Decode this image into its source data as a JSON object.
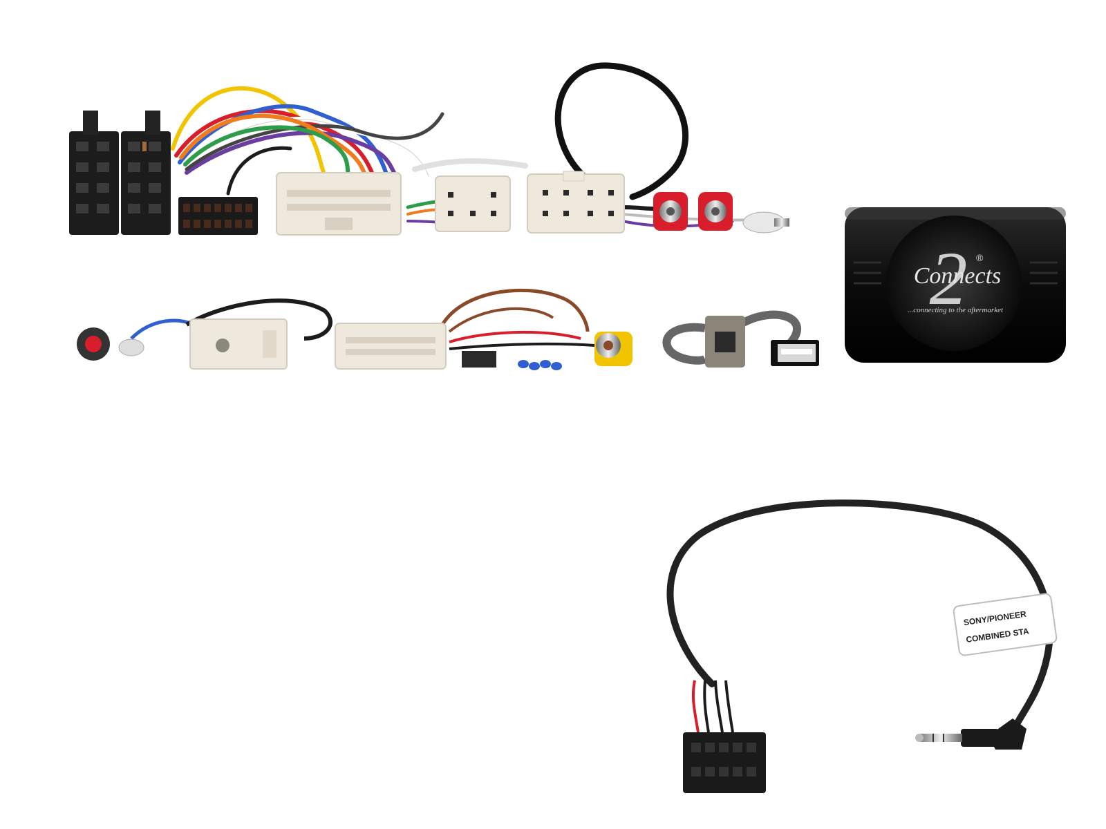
{
  "logo": {
    "brand_script": "Connects",
    "brand_numeral": "2",
    "registered_mark": "®",
    "tagline": "...connecting to the aftermarket"
  },
  "cable_label": {
    "line1": "SONY/PIONEER",
    "line2": "COMBINED STA"
  },
  "colors": {
    "background": "#ffffff",
    "connector_black": "#1c1c1c",
    "connector_white": "#efe8dc",
    "interface_box": "#0d0d0d",
    "wire_yellow": "#f2c400",
    "wire_red": "#d81e2a",
    "wire_blue": "#2f5fd0",
    "wire_purple": "#6a3ea1",
    "wire_green": "#2e9d4a",
    "wire_orange": "#f07c1e",
    "wire_brown": "#8a4a2a",
    "wire_gray": "#8f8f8f"
  },
  "icons": [
    "iso-connector-icon",
    "rca-plug-icon",
    "usb-plug-icon",
    "jack-plug-icon"
  ]
}
